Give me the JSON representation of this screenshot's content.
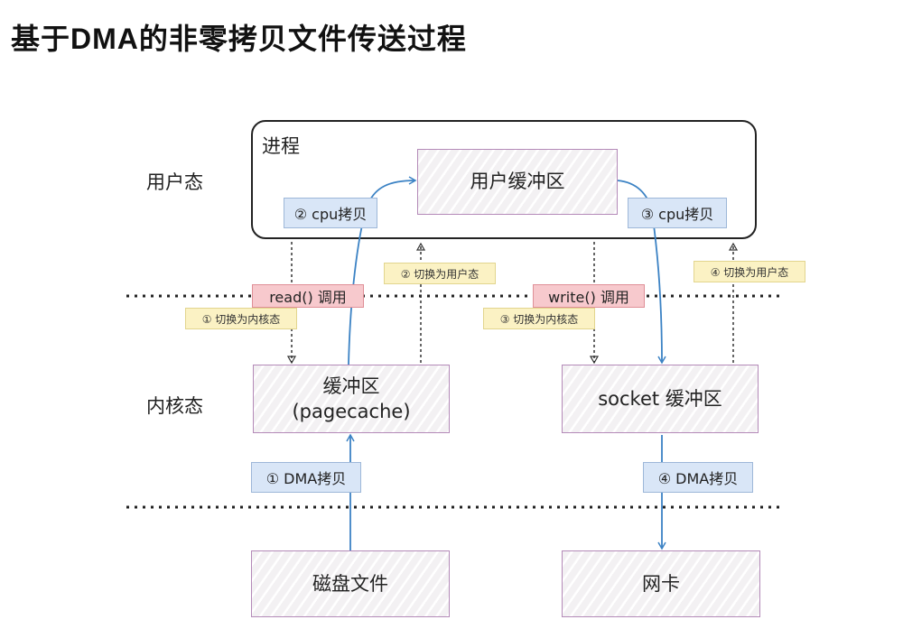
{
  "title": "基于DMA的非零拷贝文件传送过程",
  "zones": {
    "user_space": "用户态",
    "kernel_space": "内核态"
  },
  "process": {
    "label": "进程",
    "user_buffer": "用户缓冲区"
  },
  "kernel": {
    "page_cache_line1": "缓冲区",
    "page_cache_line2": "(pagecache)",
    "socket_buffer": "socket 缓冲区"
  },
  "hardware": {
    "disk_file": "磁盘文件",
    "nic": "网卡"
  },
  "steps": {
    "dma_copy_1": "① DMA拷贝",
    "cpu_copy_2": "② cpu拷贝",
    "cpu_copy_3": "③ cpu拷贝",
    "dma_copy_4": "④ DMA拷贝"
  },
  "syscalls": {
    "read": "read() 调用",
    "write": "write() 调用"
  },
  "context_switches": {
    "switch_1": "① 切换为内核态",
    "switch_2": "② 切换为用户态",
    "switch_3": "③ 切换为内核态",
    "switch_4": "④ 切换为用户态"
  },
  "colors": {
    "data_flow": "#3b82c4",
    "box_border": "#b48ab8",
    "cpu_dma_tag": "#d9e6f7",
    "syscall_tag": "#f7c9cd",
    "switch_tag": "#fbf2c4"
  }
}
